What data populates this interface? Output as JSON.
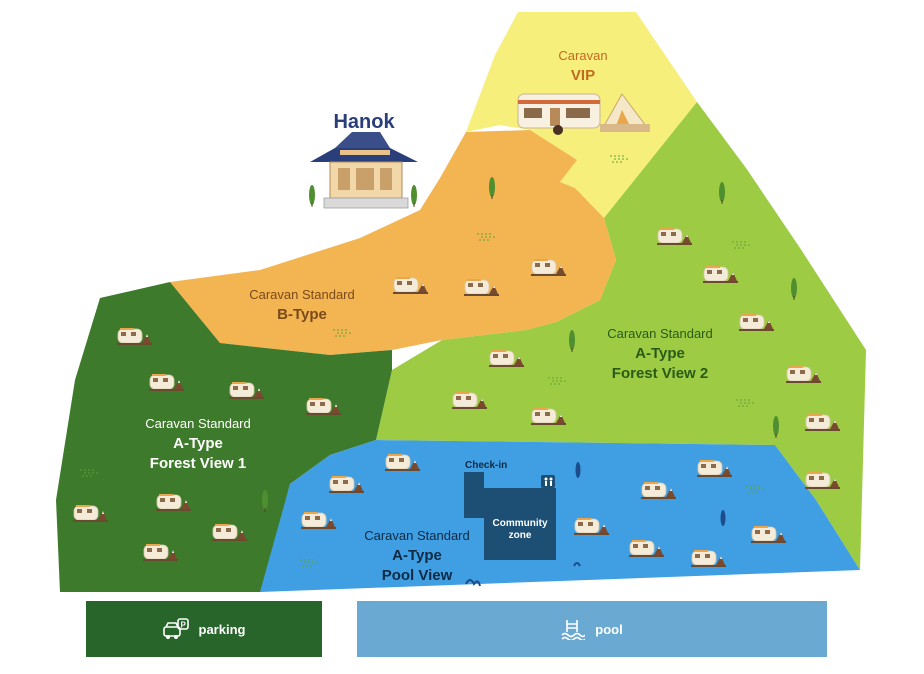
{
  "hanok": {
    "label": "Hanok"
  },
  "zones": {
    "vip": {
      "line1": "Caravan",
      "line2": "VIP"
    },
    "b_type": {
      "line1": "Caravan Standard",
      "line2": "B-Type"
    },
    "forest_view_2": {
      "line1": "Caravan Standard",
      "line2": "A-Type",
      "line3": "Forest View 2"
    },
    "forest_view_1": {
      "line1": "Caravan Standard",
      "line2": "A-Type",
      "line3": "Forest View 1"
    },
    "pool_view": {
      "line1": "Caravan Standard",
      "line2": "A-Type",
      "line3": "Pool View"
    }
  },
  "facilities": {
    "check_in": "Check-in",
    "community_line1": "Community",
    "community_line2": "zone"
  },
  "legend": {
    "parking": {
      "label": "parking",
      "icon": "parking-car-icon"
    },
    "pool": {
      "label": "pool",
      "icon": "pool-ladder-icon"
    }
  },
  "colors": {
    "vip": "#f7ef7c",
    "b_type": "#f3b452",
    "forest_view_2": "#9dcb43",
    "forest_view_1": "#3e7a2c",
    "pool_view": "#3f9fe2",
    "facility": "#1d4e73",
    "parking": "#28652a",
    "pool": "#6aaad2"
  }
}
